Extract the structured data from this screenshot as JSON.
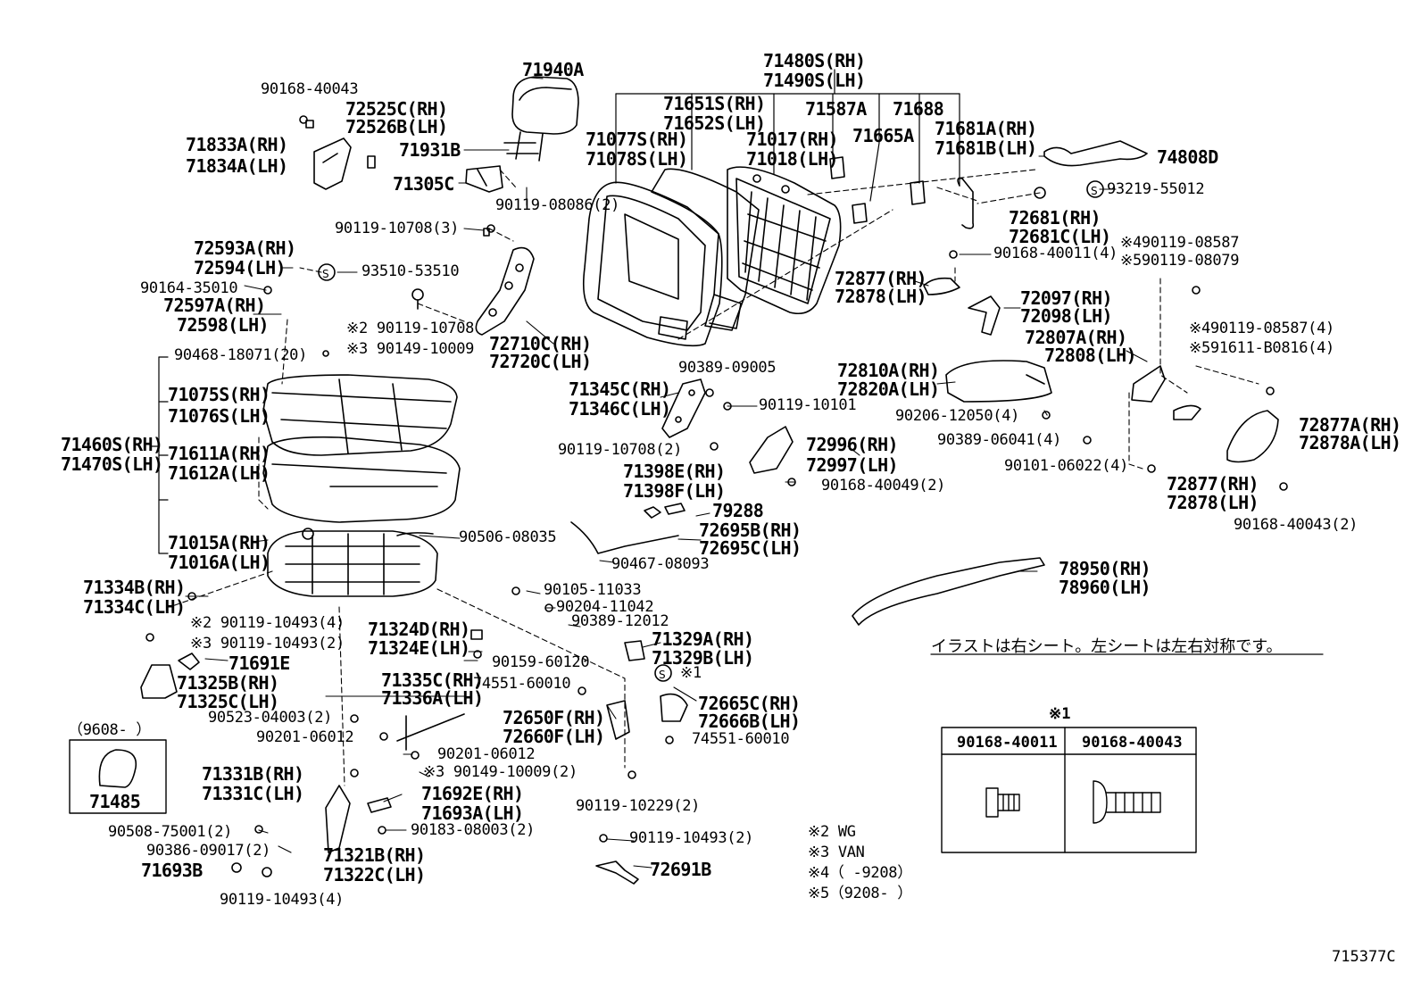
{
  "diagram_code": "715377C",
  "note_jp": "イラストは右シート。左シートは左右対称です。",
  "legend": {
    "mark": "※1",
    "columns": [
      "90168-40011",
      "90168-40043"
    ]
  },
  "footnotes": [
    "※2  WG",
    "※3  VAN",
    "※4（      -9208）",
    "※5（9208-      ）"
  ],
  "inset_box": {
    "range": "（9608-      ）",
    "part": "71485"
  },
  "labels": [
    {
      "t": "90168-40043"
    },
    {
      "t": "72525C(RH)"
    },
    {
      "t": "72526B(LH)"
    },
    {
      "t": "71833A(RH)"
    },
    {
      "t": "71834A(LH)"
    },
    {
      "t": "71940A"
    },
    {
      "t": "71931B"
    },
    {
      "t": "71305C"
    },
    {
      "t": "90119-08086(2)"
    },
    {
      "t": "71480S(RH)"
    },
    {
      "t": "71490S(LH)"
    },
    {
      "t": "71651S(RH)"
    },
    {
      "t": "71652S(LH)"
    },
    {
      "t": "71587A"
    },
    {
      "t": "71688"
    },
    {
      "t": "71077S(RH)"
    },
    {
      "t": "71078S(LH)"
    },
    {
      "t": "71017(RH)"
    },
    {
      "t": "71018(LH)"
    },
    {
      "t": "71665A"
    },
    {
      "t": "71681A(RH)"
    },
    {
      "t": "71681B(LH)"
    },
    {
      "t": "74808D"
    },
    {
      "t": "93219-55012"
    },
    {
      "t": "72681(RH)"
    },
    {
      "t": "72681C(LH)"
    },
    {
      "t": "90119-10708(3)"
    },
    {
      "t": "72593A(RH)"
    },
    {
      "t": "72594(LH)"
    },
    {
      "t": "93510-53510"
    },
    {
      "t": "90164-35010"
    },
    {
      "t": "72597A(RH)"
    },
    {
      "t": "72598(LH)"
    },
    {
      "t": "※2 90119-10708"
    },
    {
      "t": "※3 90149-10009"
    },
    {
      "t": "72710C(RH)"
    },
    {
      "t": "72720C(LH)"
    },
    {
      "t": "90468-18071(20)"
    },
    {
      "t": "※490119-08587"
    },
    {
      "t": "※590119-08079"
    },
    {
      "t": "90168-40011(4)"
    },
    {
      "t": "72877(RH)"
    },
    {
      "t": "72878(LH)"
    },
    {
      "t": "72097(RH)"
    },
    {
      "t": "72098(LH)"
    },
    {
      "t": "72807A(RH)"
    },
    {
      "t": "72808(LH)"
    },
    {
      "t": "※490119-08587(4)"
    },
    {
      "t": "※591611-B0816(4)"
    },
    {
      "t": "71075S(RH)"
    },
    {
      "t": "71076S(LH)"
    },
    {
      "t": "71460S(RH)"
    },
    {
      "t": "71470S(LH)"
    },
    {
      "t": "71611A(RH)"
    },
    {
      "t": "71612A(LH)"
    },
    {
      "t": "71015A(RH)"
    },
    {
      "t": "71016A(LH)"
    },
    {
      "t": "90506-08035"
    },
    {
      "t": "90389-09005"
    },
    {
      "t": "71345C(RH)"
    },
    {
      "t": "71346C(LH)"
    },
    {
      "t": "90119-10101"
    },
    {
      "t": "72810A(RH)"
    },
    {
      "t": "72820A(LH)"
    },
    {
      "t": "90206-12050(4)"
    },
    {
      "t": "90389-06041(4)"
    },
    {
      "t": "90101-06022(4)"
    },
    {
      "t": "72877A(RH)"
    },
    {
      "t": "72878A(LH)"
    },
    {
      "t": "90119-10708(2)"
    },
    {
      "t": "71398E(RH)"
    },
    {
      "t": "71398F(LH)"
    },
    {
      "t": "72996(RH)"
    },
    {
      "t": "72997(LH)"
    },
    {
      "t": "90168-40049(2)"
    },
    {
      "t": "72877(RH)"
    },
    {
      "t": "72878(LH)"
    },
    {
      "t": "90168-40043(2)"
    },
    {
      "t": "79288"
    },
    {
      "t": "72695B(RH)"
    },
    {
      "t": "72695C(LH)"
    },
    {
      "t": "90467-08093"
    },
    {
      "t": "78950(RH)"
    },
    {
      "t": "78960(LH)"
    },
    {
      "t": "71334B(RH)"
    },
    {
      "t": "71334C(LH)"
    },
    {
      "t": "90105-11033"
    },
    {
      "t": "90204-11042"
    },
    {
      "t": "90389-12012"
    },
    {
      "t": "※2 90119-10493(4)"
    },
    {
      "t": "※3 90119-10493(2)"
    },
    {
      "t": "71691E"
    },
    {
      "t": "71324D(RH)"
    },
    {
      "t": "71324E(LH)"
    },
    {
      "t": "71329A(RH)"
    },
    {
      "t": "71329B(LH)"
    },
    {
      "t": "71325B(RH)"
    },
    {
      "t": "71325C(LH)"
    },
    {
      "t": "90159-60120"
    },
    {
      "t": "※1"
    },
    {
      "t": "71335C(RH)"
    },
    {
      "t": "71336A(LH)"
    },
    {
      "t": "74551-60010"
    },
    {
      "t": "72665C(RH)"
    },
    {
      "t": "72666B(LH)"
    },
    {
      "t": "90523-04003(2)"
    },
    {
      "t": "72650F(RH)"
    },
    {
      "t": "72660F(LH)"
    },
    {
      "t": "90201-06012"
    },
    {
      "t": "74551-60010"
    },
    {
      "t": "90201-06012"
    },
    {
      "t": "71331B(RH)"
    },
    {
      "t": "71331C(LH)"
    },
    {
      "t": "※3 90149-10009(2)"
    },
    {
      "t": "71692E(RH)"
    },
    {
      "t": "71693A(LH)"
    },
    {
      "t": "90119-10229(2)"
    },
    {
      "t": "90508-75001(2)"
    },
    {
      "t": "90183-08003(2)"
    },
    {
      "t": "90386-09017(2)"
    },
    {
      "t": "71321B(RH)"
    },
    {
      "t": "71322C(LH)"
    },
    {
      "t": "90119-10493(2)"
    },
    {
      "t": "71693B"
    },
    {
      "t": "72691B"
    },
    {
      "t": "90119-10493(4)"
    }
  ]
}
